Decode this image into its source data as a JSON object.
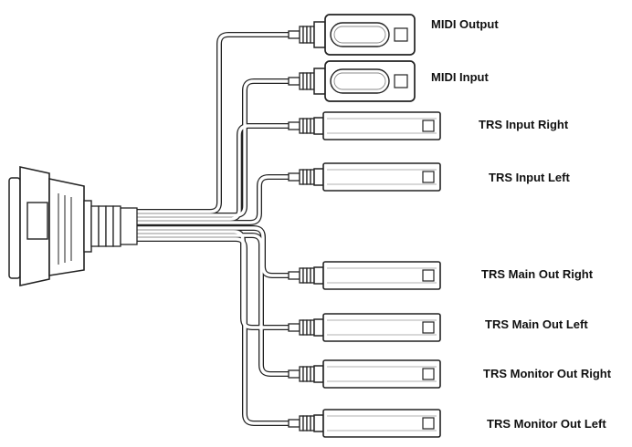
{
  "diagram": {
    "connectors": [
      {
        "label": "MIDI Output",
        "kind": "midi"
      },
      {
        "label": "MIDI Input",
        "kind": "midi"
      },
      {
        "label": "TRS Input Right",
        "kind": "trs"
      },
      {
        "label": "TRS Input Left",
        "kind": "trs"
      },
      {
        "label": "TRS Main Out Right",
        "kind": "trs"
      },
      {
        "label": "TRS Main Out Left",
        "kind": "trs"
      },
      {
        "label": "TRS Monitor Out Right",
        "kind": "trs"
      },
      {
        "label": "TRS Monitor Out Left",
        "kind": "trs"
      }
    ]
  }
}
